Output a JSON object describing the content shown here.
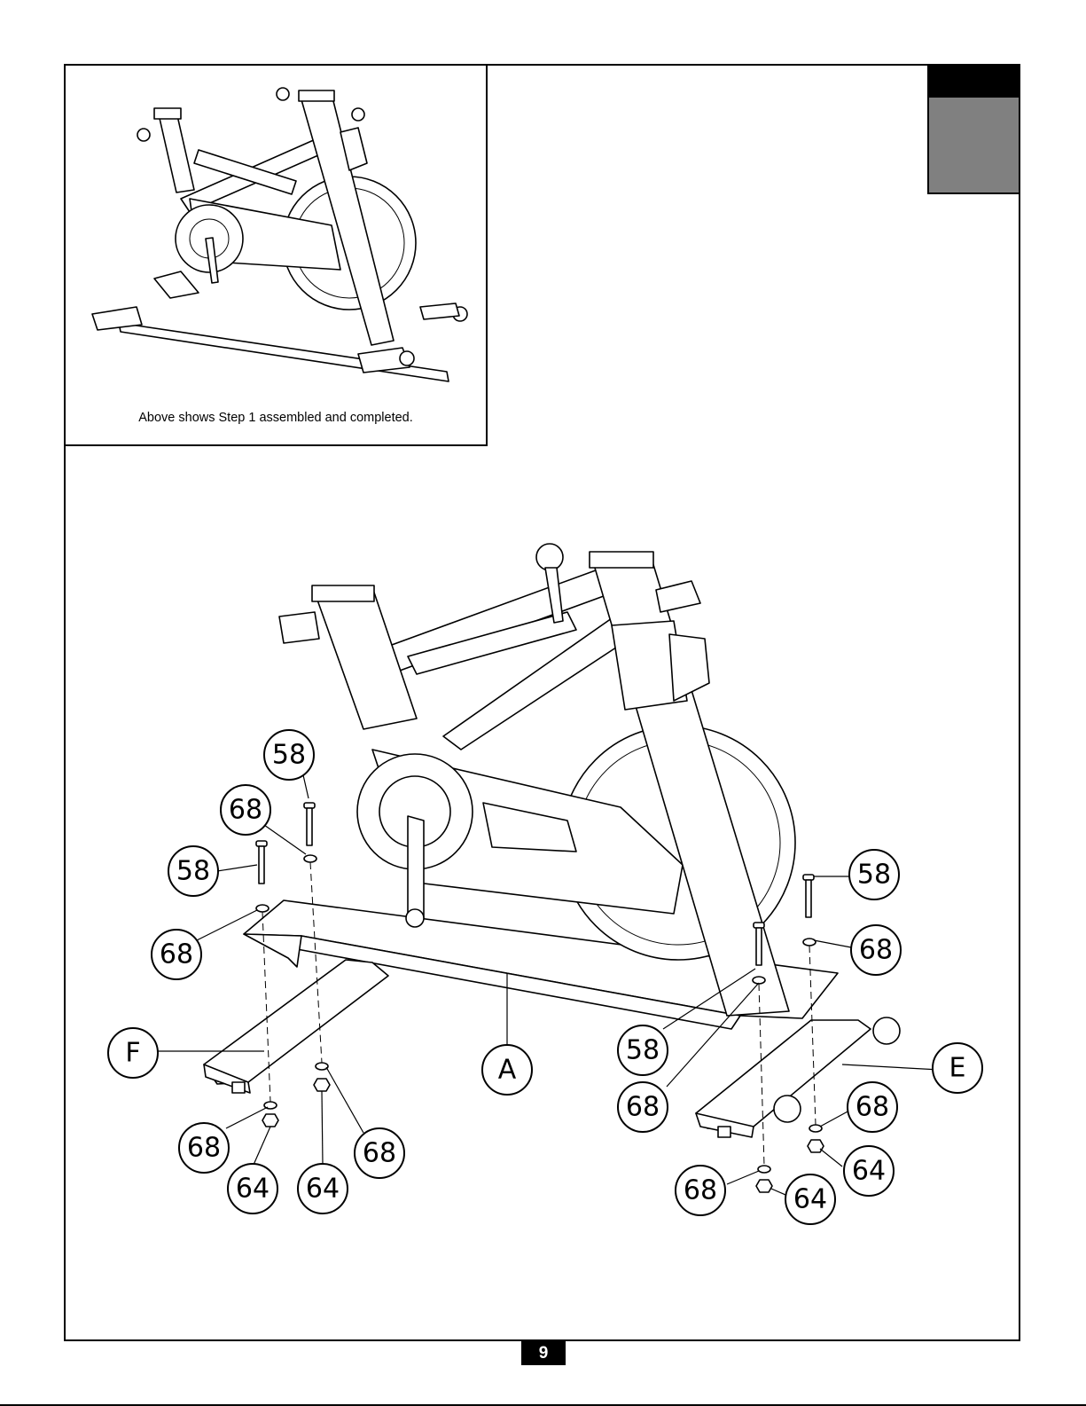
{
  "inset": {
    "caption": "Above shows Step 1 assembled and completed."
  },
  "page_number": "9",
  "callouts": {
    "c58a": "58",
    "c68a": "68",
    "c58b": "58",
    "c68b": "68",
    "cF": "F",
    "cA": "A",
    "c68c": "68",
    "c64a": "64",
    "c64b": "64",
    "c68d": "68",
    "c58c": "58",
    "c68e": "68",
    "c58d": "58",
    "c68f": "68",
    "cE": "E",
    "c68g": "68",
    "c64c": "64",
    "c68h": "68",
    "c64d": "64"
  }
}
